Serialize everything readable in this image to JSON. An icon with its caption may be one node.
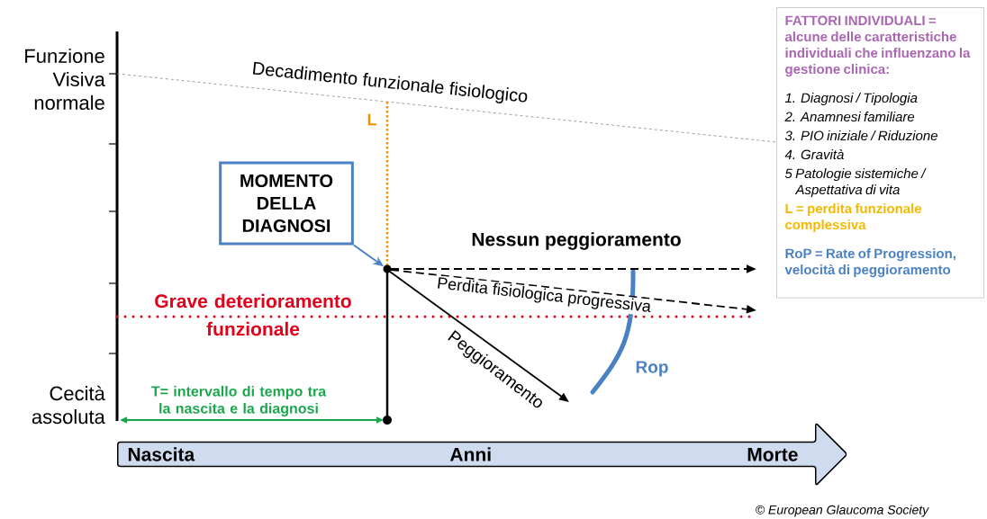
{
  "diagram": {
    "nodes": [
      {
        "text": [
          "MOMENTO DELLA DIAGNOSI"
        ]
      },
      {
        "text": [],
        "shape": "circle"
      },
      {
        "text": [
          "FATTORI INDIVIDUALI = alcune delle caratteristiche individuali che influenzano la gestione clinica:",
          "1. Diagnosi / Tipologia",
          "2. Anamnesi familiare",
          "3. PIO iniziale / Riduzione",
          "4. Gravità",
          "5 Patologie sistemiche / Aspettativa di vita",
          "L = perdita funzionale complessiva",
          "RoP = Rate of Progression, velocità di peggioramento"
        ]
      },
      {
        "text": [
          "Nascita",
          "Anni",
          "Morte"
        ]
      }
    ],
    "edges": [
      {
        "from": 0,
        "to": 1,
        "arrow": "to",
        "color": "#4a80c4"
      },
      {
        "from": 1,
        "to": null,
        "arrow": "to",
        "label": "Nessun peggioramento",
        "style": "dashed"
      },
      {
        "from": 1,
        "to": null,
        "arrow": "to",
        "label": "Perdita fisiologica progressiva",
        "style": "dashed"
      },
      {
        "from": 1,
        "to": null,
        "arrow": "to",
        "label": "Peggioramento"
      }
    ],
    "labels": [
      "Funzione Visiva normale",
      "Decadimento funzionale fisiologico",
      "L",
      "Grave deterioramento funzionale",
      "Rop",
      "Cecità assoluta",
      "T= intervallo di tempo tra la nascita e la diagnosi",
      "© European Glaucoma Society"
    ]
  }
}
